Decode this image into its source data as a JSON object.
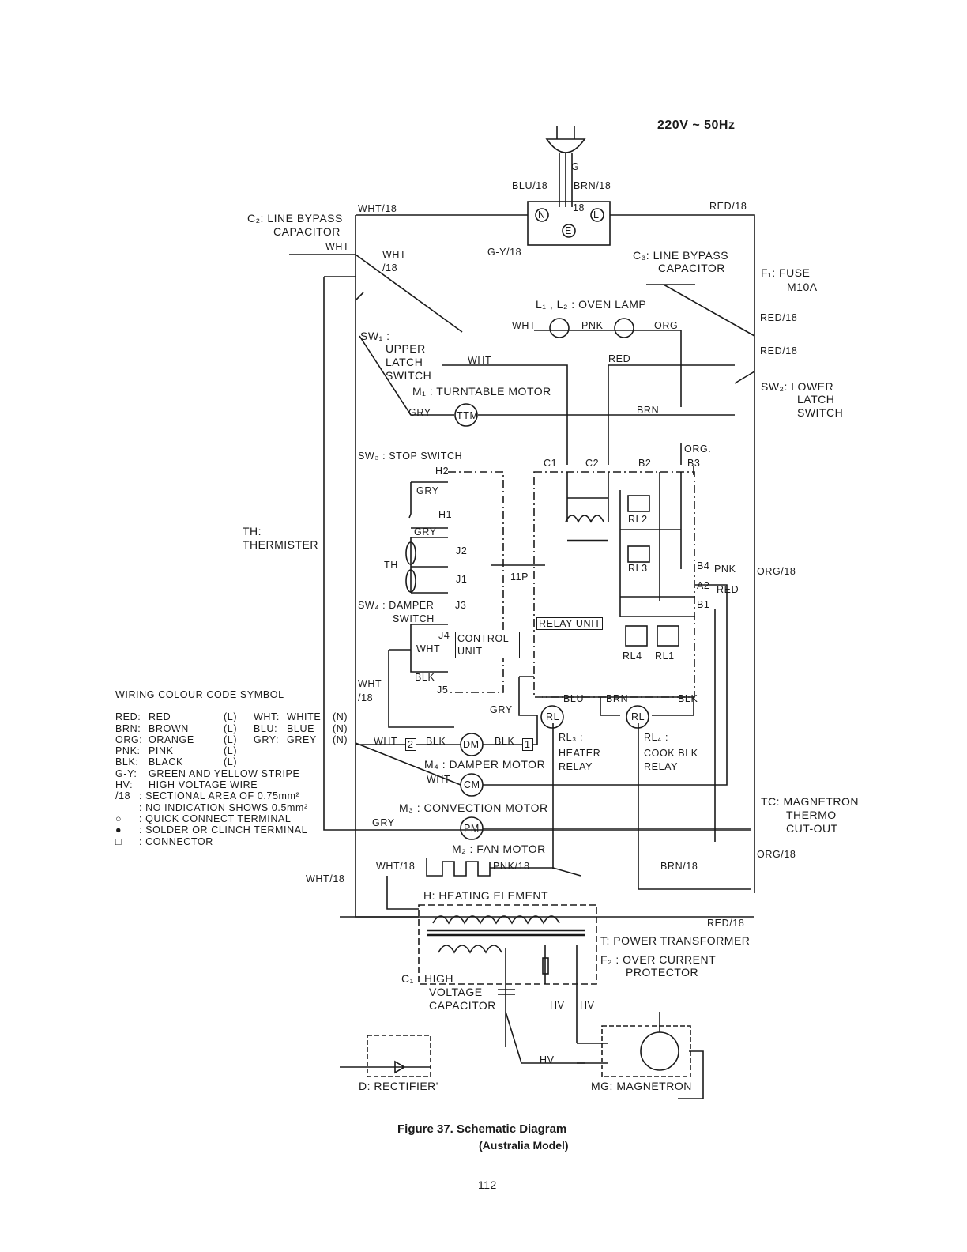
{
  "supply": "220V ~ 50Hz",
  "labels": {
    "blu18": "BLU/18",
    "brn18": "BRN/18",
    "gy_vert": "G",
    "wht18_top": "WHT/18",
    "red18_top": "RED/18",
    "c2_title": "C₂:  LINE BYPASS",
    "c2_cap": "CAPACITOR",
    "wht_c2": "WHT",
    "wht_a": "WHT",
    "slash18_a": "/18",
    "gy18": "G-Y/18",
    "n": "N",
    "l": "L",
    "e": "E",
    "n18": "18",
    "c3_title": "C₃:  LINE BYPASS",
    "c3_cap": "CAPACITOR",
    "f1_title": "F₁:  FUSE",
    "f1_val": "M10A",
    "lamp": "L₁ , L₂ : OVEN LAMP",
    "lamp_wht": "WHT",
    "lamp_pnk": "PNK",
    "lamp_org": "ORG",
    "red18_b": "RED/18",
    "red18_c": "RED/18",
    "sw1": "SW₁ :",
    "sw1_upper": "UPPER",
    "sw1_latch": "LATCH",
    "sw1_switch": "SWITCH",
    "wht_b": "WHT",
    "red_b": "RED",
    "sw2": "SW₂:  LOWER",
    "sw2_latch": "LATCH",
    "sw2_switch": "SWITCH",
    "m1": "M₁ :  TURNTABLE MOTOR",
    "gry_ttm": "GRY",
    "ttm": "TTM",
    "brn_ttm": "BRN",
    "sw3": "SW₃ :  STOP SWITCH",
    "org_dot": "ORG.",
    "c1": "C1",
    "c2": "C2",
    "b2": "B2",
    "b3": "B3",
    "h2": "H2",
    "gry_h2": "GRY",
    "h1": "H1",
    "gry_h1": "GRY",
    "j2": "J2",
    "th": "TH",
    "j1": "J1",
    "p11": "11P",
    "j3": "J3",
    "sw4": "SW₄ :  DAMPER",
    "sw4_switch": "SWITCH",
    "j4": "J4",
    "control": "CONTROL",
    "unit": "UNIT",
    "wht_sw4": "WHT",
    "blk_sw4": "BLK",
    "j5": "J5",
    "rl2": "RL2",
    "rl3": "RL3",
    "b4": "B4",
    "pnk_b4": "PNK",
    "a2": "A2",
    "red_a2": "RED",
    "b1": "B1",
    "relay_unit": "RELAY UNIT",
    "rl4": "RL4",
    "rl1": "RL1",
    "th_title": "TH:",
    "thermister": "THERMISTER",
    "org18_a": "ORG/18",
    "wht_left": "WHT",
    "slash18_left": "/18",
    "blu_rl": "BLU",
    "brn_rl": "BRN",
    "blk_rl": "BLK",
    "gry_rl": "GRY",
    "rl_a": "RL",
    "rl_b": "RL",
    "wht_dm": "WHT",
    "box2": "2",
    "blk_dm1": "BLK",
    "dm": "DM",
    "blk_dm2": "BLK",
    "box1": "1",
    "rl3_title": "RL₃ :",
    "heater": "HEATER",
    "heater_relay": "RELAY",
    "rl4_title": "RL₄ :",
    "cook": "COOK  BLK",
    "cook_relay": "RELAY",
    "m4": "M₄ :  DAMPER MOTOR",
    "wht_cm": "WHT",
    "cm": "CM",
    "tc": "TC:  MAGNETRON",
    "tc_thermo": "THERMO",
    "tc_cutout": "CUT-OUT",
    "m3": "M₃ :  CONVECTION MOTOR",
    "gry_pm": "GRY",
    "pm": "PM",
    "m2": "M₂ :  FAN MOTOR",
    "wht18_h": "WHT/18",
    "pnk18": "PNK/18",
    "brn18_b": "BRN/18",
    "org18_b": "ORG/18",
    "wht18_left": "WHT/18",
    "heating": "H: HEATING ELEMENT",
    "red18_bottom": "RED/18",
    "transformer": "T:  POWER TRANSFORMER",
    "f2": "F₂ :  OVER CURRENT",
    "f2_prot": "PROTECTOR",
    "c1_title": "C₁ :  HIGH",
    "c1_volt": "VOLTAGE",
    "c1_cap": "CAPACITOR",
    "hv_a": "HV",
    "hv_b": "HV",
    "hv_c": "HV",
    "rectifier": "D: RECTIFIER'",
    "magnetron": "MG: MAGNETRON"
  },
  "legend": {
    "title": "WIRING COLOUR CODE SYMBOL",
    "rows": [
      [
        "RED:",
        "RED",
        "(L)",
        "WHT:",
        "WHITE",
        "(N)"
      ],
      [
        "BRN:",
        "BROWN",
        "(L)",
        "BLU:",
        "BLUE",
        "(N)"
      ],
      [
        "ORG:",
        "ORANGE",
        "(L)",
        "GRY:",
        "GREY",
        "(N)"
      ],
      [
        "PNK:",
        "PINK",
        "(L)"
      ],
      [
        "BLK:",
        "BLACK",
        "(L)"
      ]
    ],
    "gy": [
      "G-Y:",
      "GREEN AND YELLOW STRIPE"
    ],
    "hv": [
      "HV:",
      "HIGH VOLTAGE WIRE"
    ],
    "s18": [
      "/18",
      ": SECTIONAL AREA OF 0.75mm²"
    ],
    "s05": ": NO INDICATION SHOWS 0.5mm²",
    "quick": [
      "○",
      ": QUICK CONNECT TERMINAL"
    ],
    "solder": [
      "●",
      ": SOLDER OR CLINCH TERMINAL"
    ],
    "connector": [
      "□",
      ": CONNECTOR"
    ]
  },
  "caption": {
    "line1": "Figure  37.  Schematic Diagram",
    "line2": "(Australia Model)"
  },
  "page_number": "112"
}
